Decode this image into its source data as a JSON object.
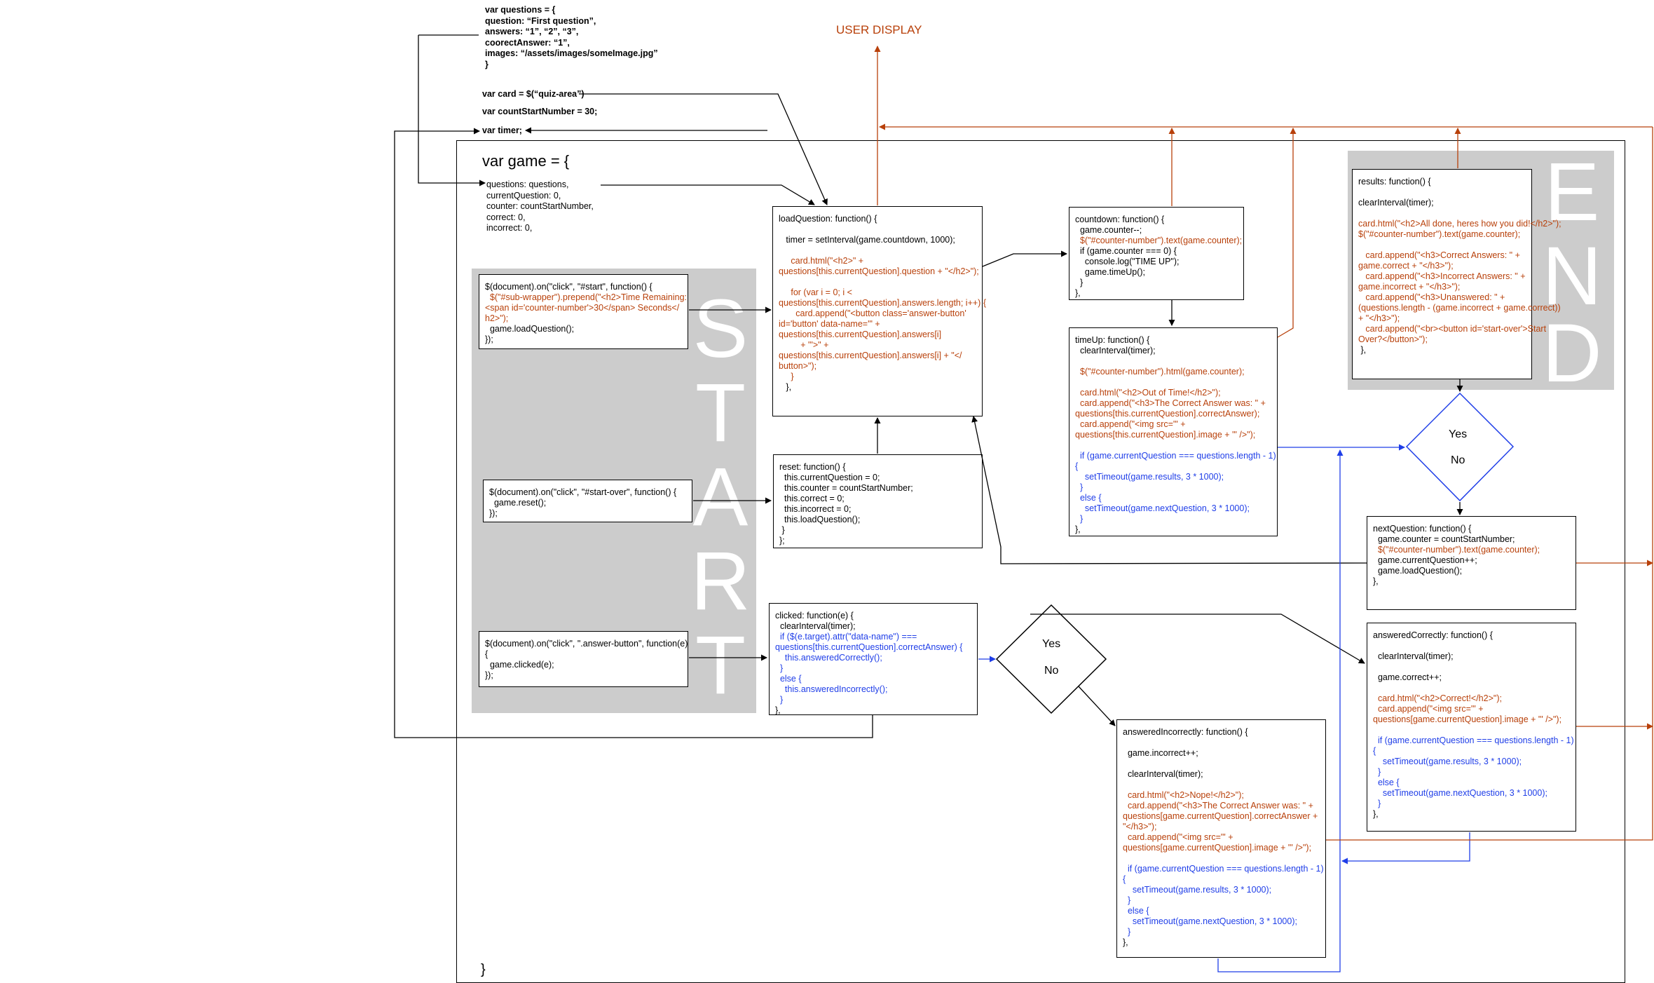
{
  "header": {
    "user_display": "USER DISPLAY",
    "questions_var": [
      "var questions = {",
      "question: “First question”,",
      "answers: “1”, “2”, “3”,",
      "coorectAnswer: “1”,",
      "images: “/assets/images/someImage.jpg”",
      "}"
    ],
    "card_var": "var card = $(“quiz-area”)",
    "count_var": "var countStartNumber = 30;",
    "timer_var": "var timer;"
  },
  "game": {
    "open": "var game = {",
    "close": "}",
    "props": [
      "questions: questions,",
      "currentQuestion: 0,",
      "counter: countStartNumber,",
      "correct: 0,",
      "incorrect: 0,"
    ]
  },
  "sections": {
    "start_letters": [
      "S",
      "T",
      "A",
      "R",
      "T"
    ],
    "end_letters": [
      "E",
      "N",
      "D"
    ]
  },
  "decisions": {
    "yes": "Yes",
    "no": "No"
  },
  "boxes": {
    "start_click": [
      {
        "t": "$(document).on(\"click\", \"#start\", function() {",
        "c": "k"
      },
      {
        "t": "  $(\"#sub-wrapper\").prepend(\"<h2>Time Remaining:",
        "c": "o"
      },
      {
        "t": "<span id='counter-number'>30</span> Seconds</",
        "c": "o"
      },
      {
        "t": "h2>\");",
        "c": "o"
      },
      {
        "t": "  game.loadQuestion();",
        "c": "k"
      },
      {
        "t": "});",
        "c": "k"
      }
    ],
    "start_over_click": [
      {
        "t": "$(document).on(\"click\", \"#start-over\", function() {",
        "c": "k"
      },
      {
        "t": "  game.reset();",
        "c": "k"
      },
      {
        "t": "});",
        "c": "k"
      }
    ],
    "answer_click": [
      {
        "t": "$(document).on(\"click\", \".answer-button\", function(e)",
        "c": "k"
      },
      {
        "t": "{",
        "c": "k"
      },
      {
        "t": "  game.clicked(e);",
        "c": "k"
      },
      {
        "t": "});",
        "c": "k"
      }
    ],
    "load_question": [
      {
        "t": "loadQuestion: function() {",
        "c": "k"
      },
      {
        "t": "",
        "c": "k"
      },
      {
        "t": "   timer = setInterval(game.countdown, 1000);",
        "c": "k"
      },
      {
        "t": "",
        "c": "k"
      },
      {
        "t": "     card.html(\"<h2>\" +",
        "c": "o"
      },
      {
        "t": "questions[this.currentQuestion].question + \"</h2>\");",
        "c": "o"
      },
      {
        "t": "",
        "c": "k"
      },
      {
        "t": "     for (var i = 0; i <",
        "c": "o"
      },
      {
        "t": "questions[this.currentQuestion].answers.length; i++) {",
        "c": "o"
      },
      {
        "t": "       card.append(\"<button class='answer-button'",
        "c": "o"
      },
      {
        "t": "id='button' data-name='\" +",
        "c": "o"
      },
      {
        "t": "questions[this.currentQuestion].answers[i]",
        "c": "o"
      },
      {
        "t": "         + \"'>\" +",
        "c": "o"
      },
      {
        "t": "questions[this.currentQuestion].answers[i] + \"</",
        "c": "o"
      },
      {
        "t": "button>\");",
        "c": "o"
      },
      {
        "t": "     }",
        "c": "o"
      },
      {
        "t": "   },",
        "c": "k"
      }
    ],
    "reset": [
      {
        "t": "reset: function() {",
        "c": "k"
      },
      {
        "t": "  this.currentQuestion = 0;",
        "c": "k"
      },
      {
        "t": "  this.counter = countStartNumber;",
        "c": "k"
      },
      {
        "t": "  this.correct = 0;",
        "c": "k"
      },
      {
        "t": "  this.incorrect = 0;",
        "c": "k"
      },
      {
        "t": "  this.loadQuestion();",
        "c": "k"
      },
      {
        "t": " }",
        "c": "k"
      },
      {
        "t": "};",
        "c": "k"
      }
    ],
    "clicked": [
      {
        "t": "clicked: function(e) {",
        "c": "k"
      },
      {
        "t": "  clearInterval(timer);",
        "c": "k"
      },
      {
        "t": "  if ($(e.target).attr(\"data-name\") ===",
        "c": "b"
      },
      {
        "t": "questions[this.currentQuestion].correctAnswer) {",
        "c": "b"
      },
      {
        "t": "    this.answeredCorrectly();",
        "c": "b"
      },
      {
        "t": "  }",
        "c": "b"
      },
      {
        "t": "  else {",
        "c": "b"
      },
      {
        "t": "    this.answeredIncorrectly();",
        "c": "b"
      },
      {
        "t": "  }",
        "c": "b"
      },
      {
        "t": "},",
        "c": "k"
      }
    ],
    "countdown": [
      {
        "t": "countdown: function() {",
        "c": "k"
      },
      {
        "t": "  game.counter--;",
        "c": "k"
      },
      {
        "t": "  $(\"#counter-number\").text(game.counter);",
        "c": "o"
      },
      {
        "t": "  if (game.counter === 0) {",
        "c": "k"
      },
      {
        "t": "    console.log(\"TIME UP\");",
        "c": "k"
      },
      {
        "t": "    game.timeUp();",
        "c": "k"
      },
      {
        "t": "  }",
        "c": "k"
      },
      {
        "t": "},",
        "c": "k"
      }
    ],
    "time_up": [
      {
        "t": "timeUp: function() {",
        "c": "k"
      },
      {
        "t": "  clearInterval(timer);",
        "c": "k"
      },
      {
        "t": "",
        "c": "k"
      },
      {
        "t": "  $(\"#counter-number\").html(game.counter);",
        "c": "o"
      },
      {
        "t": "",
        "c": "k"
      },
      {
        "t": "  card.html(\"<h2>Out of Time!</h2>\");",
        "c": "o"
      },
      {
        "t": "  card.append(\"<h3>The Correct Answer was: \" +",
        "c": "o"
      },
      {
        "t": "questions[this.currentQuestion].correctAnswer);",
        "c": "o"
      },
      {
        "t": "  card.append(\"<img src='\" +",
        "c": "o"
      },
      {
        "t": "questions[this.currentQuestion].image + \"' />\");",
        "c": "o"
      },
      {
        "t": "",
        "c": "k"
      },
      {
        "t": "  if (game.currentQuestion === questions.length - 1)",
        "c": "b"
      },
      {
        "t": "{",
        "c": "b"
      },
      {
        "t": "    setTimeout(game.results, 3 * 1000);",
        "c": "b"
      },
      {
        "t": "  }",
        "c": "b"
      },
      {
        "t": "  else {",
        "c": "b"
      },
      {
        "t": "    setTimeout(game.nextQuestion, 3 * 1000);",
        "c": "b"
      },
      {
        "t": "  }",
        "c": "b"
      },
      {
        "t": "},",
        "c": "k"
      }
    ],
    "answered_incorrectly": [
      {
        "t": "answeredIncorrectly: function() {",
        "c": "k"
      },
      {
        "t": "",
        "c": "k"
      },
      {
        "t": "  game.incorrect++;",
        "c": "k"
      },
      {
        "t": "",
        "c": "k"
      },
      {
        "t": "  clearInterval(timer);",
        "c": "k"
      },
      {
        "t": "",
        "c": "k"
      },
      {
        "t": "  card.html(\"<h2>Nope!</h2>\");",
        "c": "o"
      },
      {
        "t": "  card.append(\"<h3>The Correct Answer was: \" +",
        "c": "o"
      },
      {
        "t": "questions[game.currentQuestion].correctAnswer +",
        "c": "o"
      },
      {
        "t": "\"</h3>\");",
        "c": "o"
      },
      {
        "t": "  card.append(\"<img src='\" +",
        "c": "o"
      },
      {
        "t": "questions[game.currentQuestion].image + \"' />\");",
        "c": "o"
      },
      {
        "t": "",
        "c": "k"
      },
      {
        "t": "  if (game.currentQuestion === questions.length - 1)",
        "c": "b"
      },
      {
        "t": "{",
        "c": "b"
      },
      {
        "t": "    setTimeout(game.results, 3 * 1000);",
        "c": "b"
      },
      {
        "t": "  }",
        "c": "b"
      },
      {
        "t": "  else {",
        "c": "b"
      },
      {
        "t": "    setTimeout(game.nextQuestion, 3 * 1000);",
        "c": "b"
      },
      {
        "t": "  }",
        "c": "b"
      },
      {
        "t": "},",
        "c": "k"
      }
    ],
    "results": [
      {
        "t": "results: function() {",
        "c": "k"
      },
      {
        "t": "",
        "c": "k"
      },
      {
        "t": "clearInterval(timer);",
        "c": "k"
      },
      {
        "t": "",
        "c": "k"
      },
      {
        "t": "card.html(\"<h2>All done, heres how you did!</h2>\");",
        "c": "o"
      },
      {
        "t": "$(\"#counter-number\").text(game.counter);",
        "c": "o"
      },
      {
        "t": "",
        "c": "k"
      },
      {
        "t": "   card.append(\"<h3>Correct Answers: \" +",
        "c": "o"
      },
      {
        "t": "game.correct + \"</h3>\");",
        "c": "o"
      },
      {
        "t": "   card.append(\"<h3>Incorrect Answers: \" +",
        "c": "o"
      },
      {
        "t": "game.incorrect + \"</h3>\");",
        "c": "o"
      },
      {
        "t": "   card.append(\"<h3>Unanswered: \" +",
        "c": "o"
      },
      {
        "t": "(questions.length - (game.incorrect + game.correct))",
        "c": "o"
      },
      {
        "t": "+ \"</h3>\");",
        "c": "o"
      },
      {
        "t": "   card.append(\"<br><button id='start-over'>Start",
        "c": "o"
      },
      {
        "t": "Over?</button>\");",
        "c": "o"
      },
      {
        "t": " },",
        "c": "k"
      }
    ],
    "next_question": [
      {
        "t": "nextQuestion: function() {",
        "c": "k"
      },
      {
        "t": "  game.counter = countStartNumber;",
        "c": "k"
      },
      {
        "t": "  $(\"#counter-number\").text(game.counter);",
        "c": "o"
      },
      {
        "t": "  game.currentQuestion++;",
        "c": "k"
      },
      {
        "t": "  game.loadQuestion();",
        "c": "k"
      },
      {
        "t": "},",
        "c": "k"
      }
    ],
    "answered_correctly": [
      {
        "t": "answeredCorrectly: function() {",
        "c": "k"
      },
      {
        "t": "",
        "c": "k"
      },
      {
        "t": "  clearInterval(timer);",
        "c": "k"
      },
      {
        "t": "",
        "c": "k"
      },
      {
        "t": "  game.correct++;",
        "c": "k"
      },
      {
        "t": "",
        "c": "k"
      },
      {
        "t": "  card.html(\"<h2>Correct!</h2>\");",
        "c": "o"
      },
      {
        "t": "  card.append(\"<img src='\" +",
        "c": "o"
      },
      {
        "t": "questions[game.currentQuestion].image + \"' />\");",
        "c": "o"
      },
      {
        "t": "",
        "c": "k"
      },
      {
        "t": "  if (game.currentQuestion === questions.length - 1)",
        "c": "b"
      },
      {
        "t": "{",
        "c": "b"
      },
      {
        "t": "    setTimeout(game.results, 3 * 1000);",
        "c": "b"
      },
      {
        "t": "  }",
        "c": "b"
      },
      {
        "t": "  else {",
        "c": "b"
      },
      {
        "t": "    setTimeout(game.nextQuestion, 3 * 1000);",
        "c": "b"
      },
      {
        "t": "  }",
        "c": "b"
      },
      {
        "t": "},",
        "c": "k"
      }
    ]
  },
  "colors": {
    "black": "#000000",
    "orange": "#b8400a",
    "blue": "#1f3ee8",
    "gray": "#cccccc"
  }
}
